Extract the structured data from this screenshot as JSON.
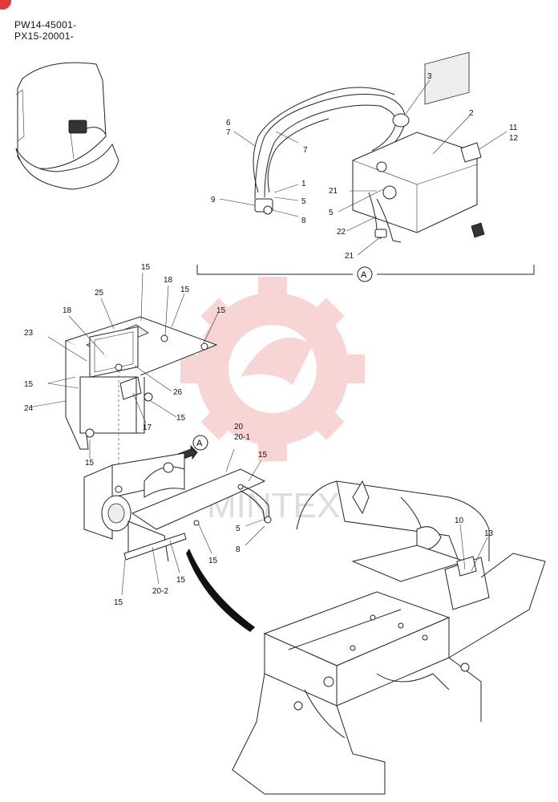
{
  "header": {
    "serial_lines": [
      "PW14-45001-",
      "PX15-20001-"
    ]
  },
  "view_marker": "A",
  "watermark": {
    "text": "MINTEX",
    "color": "#f3b3b3"
  },
  "accent_color": "#e23a3a",
  "callouts": {
    "c1": "1",
    "c2": "2",
    "c3": "3",
    "c5a": "5",
    "c5b": "5",
    "c6": "6",
    "c7a": "7",
    "c7b": "7",
    "c8a": "8",
    "c9": "9",
    "c11": "11",
    "c12": "12",
    "c21a": "21",
    "c21b": "21",
    "c22": "22",
    "c15a": "15",
    "c15b": "15",
    "c15c": "15",
    "c15d": "15",
    "c15e": "15",
    "c15f": "15",
    "c15g": "15",
    "c15h": "15",
    "c15i": "15",
    "c15j": "15",
    "c17": "17",
    "c18a": "18",
    "c18b": "18",
    "c23": "23",
    "c24": "24",
    "c25": "25",
    "c26": "26",
    "c20": "20",
    "c20_1": "20-1",
    "c20_2": "20-2",
    "c5c": "5",
    "c8b": "8",
    "c10": "10",
    "c13": "13"
  }
}
